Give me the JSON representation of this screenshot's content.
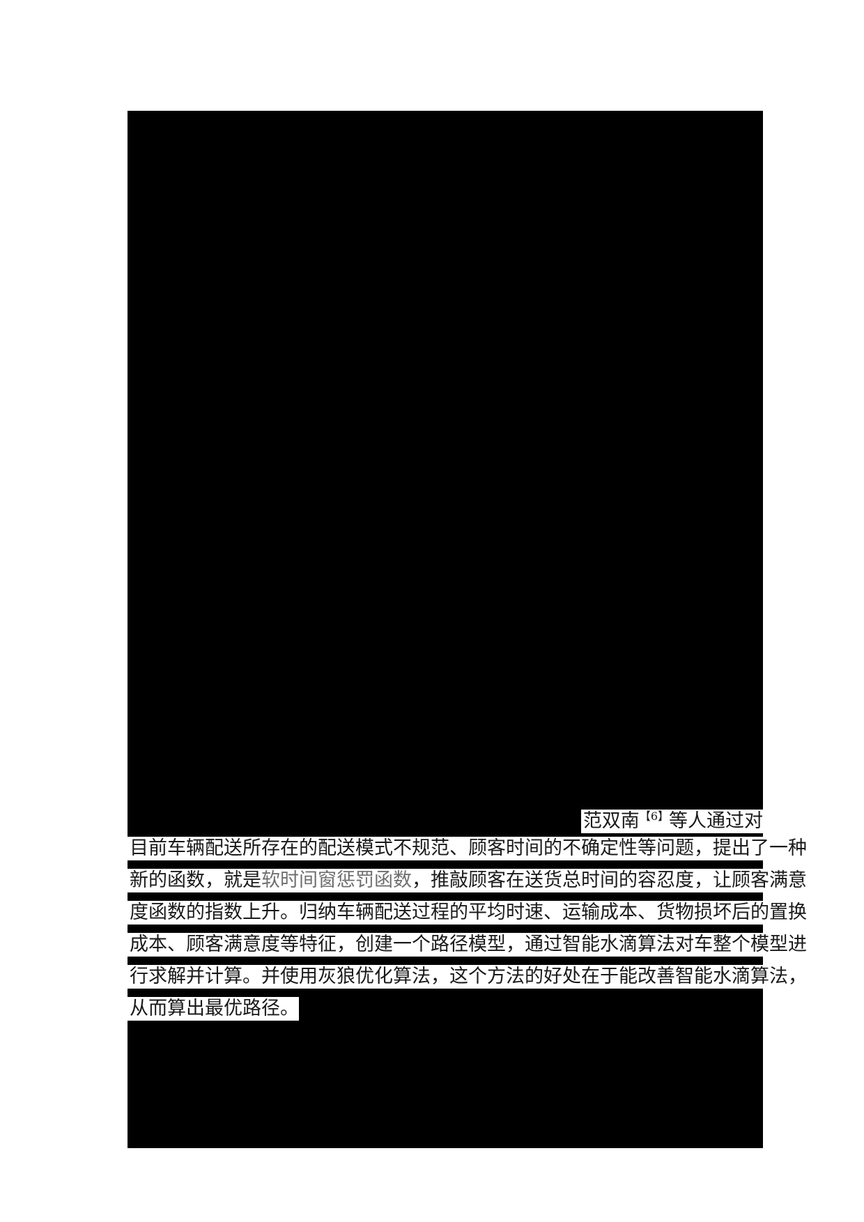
{
  "document": {
    "page_background": "#ffffff",
    "redaction_color": "#000000",
    "highlight_color": "#ffffff",
    "text_color": "#1a1a1a",
    "muted_text_color": "#6f6f6f",
    "lines": [
      {
        "id": "line-1",
        "align": "right",
        "segments": [
          {
            "text": "范双南",
            "style": "normal"
          },
          {
            "text": "【6】",
            "style": "reference"
          },
          {
            "text": "等人通过对",
            "style": "normal"
          }
        ]
      },
      {
        "id": "line-2",
        "align": "left",
        "segments": [
          {
            "text": "目前车辆配送所存在的配送模式不规范、顾客时间的不确定性等问题，提出了一种",
            "style": "normal"
          }
        ]
      },
      {
        "id": "line-3",
        "align": "left",
        "segments": [
          {
            "text": "新的函数，就是",
            "style": "normal"
          },
          {
            "text": "软时间窗惩罚函数",
            "style": "muted"
          },
          {
            "text": "，推敲顾客在送货总时间的容忍度，让顾客满意",
            "style": "normal"
          }
        ]
      },
      {
        "id": "line-4",
        "align": "left",
        "segments": [
          {
            "text": "度函数的指数上升。归纳车辆配送过程的平均时速、运输成本、货物损坏后的置换",
            "style": "normal"
          }
        ]
      },
      {
        "id": "line-5",
        "align": "left",
        "segments": [
          {
            "text": "成本、顾客满意度等特征，创建一个路径模型，通过智能水滴算法对车整个模型进",
            "style": "normal"
          }
        ]
      },
      {
        "id": "line-6",
        "align": "left",
        "segments": [
          {
            "text": "行求解并计算。并使用灰狼优化算法，这个方法的好处在于能改善智能水滴算法，",
            "style": "normal"
          }
        ]
      },
      {
        "id": "line-7",
        "align": "left",
        "segments": [
          {
            "text": "从而算出最优路径。",
            "style": "normal"
          }
        ]
      }
    ],
    "plain_text": "范双南【6】等人通过对目前车辆配送所存在的配送模式不规范、顾客时间的不确定性等问题，提出了一种新的函数，就是软时间窗惩罚函数，推敲顾客在送货总时间的容忍度，让顾客满意度函数的指数上升。归纳车辆配送过程的平均时速、运输成本、货物损坏后的置换成本、顾客满意度等特征，创建一个路径模型，通过智能水滴算法对车整个模型进行求解并计算。并使用灰狼优化算法，这个方法的好处在于能改善智能水滴算法，从而算出最优路径。",
    "reference_marker": "【6】"
  }
}
